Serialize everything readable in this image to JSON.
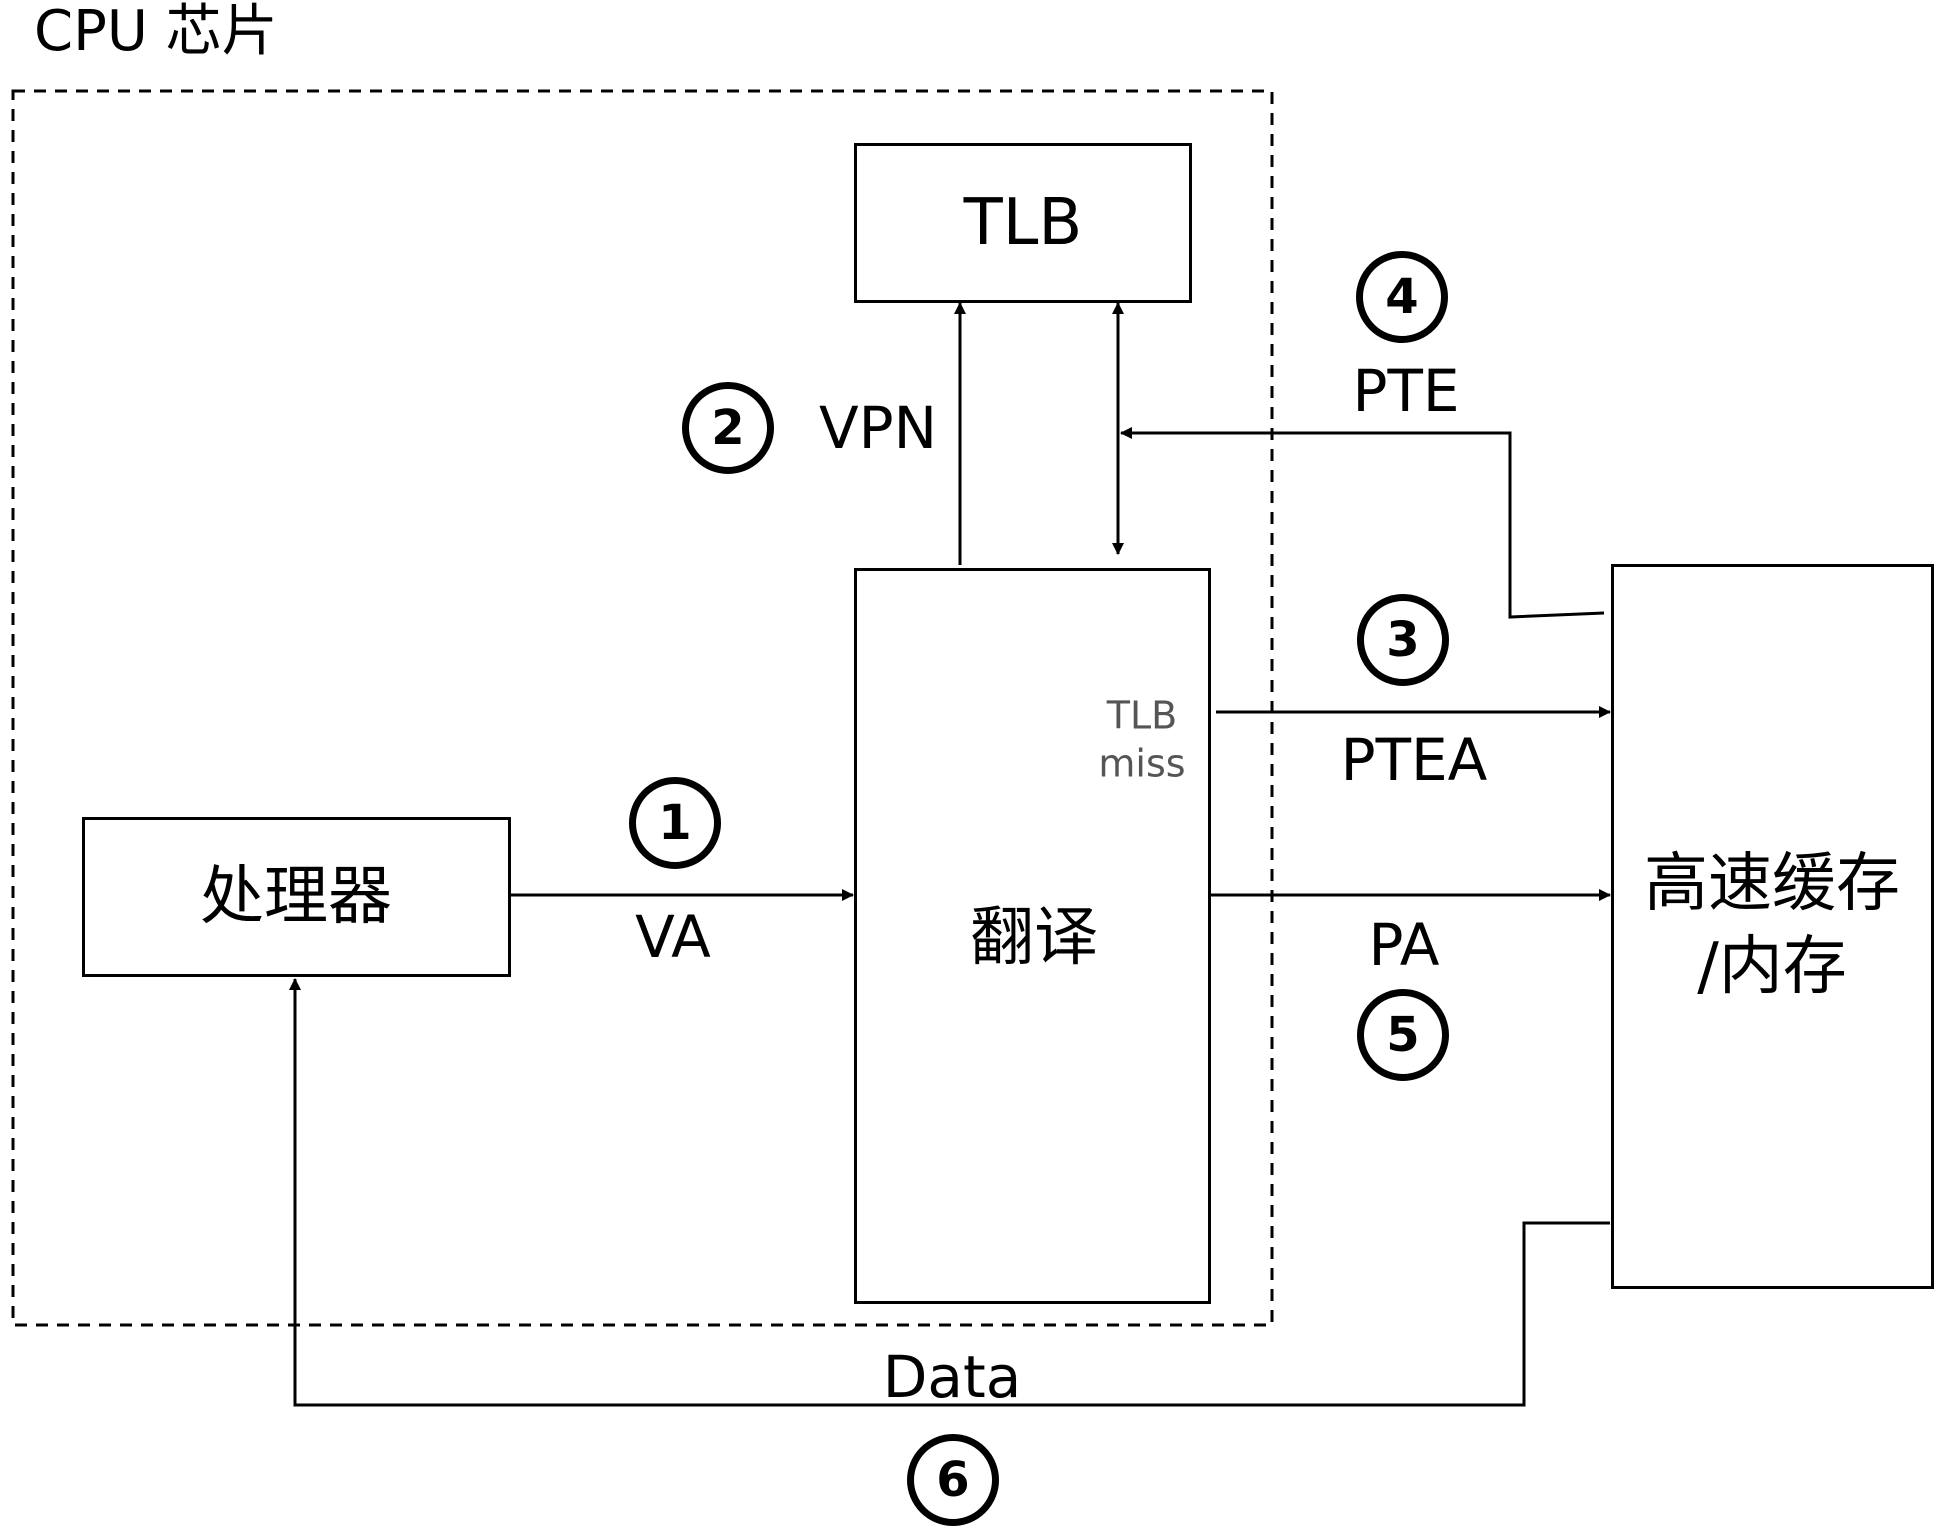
{
  "diagram": {
    "title": "CPU 芯片",
    "nodes": {
      "processor": "处理器",
      "tlb": "TLB",
      "translate": "翻译",
      "tlb_miss_line1": "TLB",
      "tlb_miss_line2": "miss",
      "cache_line1": "高速缓存",
      "cache_line2": "/内存"
    },
    "edges": {
      "va": "VA",
      "vpn": "VPN",
      "ptea": "PTEA",
      "pte": "PTE",
      "pa": "PA",
      "data": "Data"
    },
    "steps": [
      "1",
      "2",
      "3",
      "4",
      "5",
      "6"
    ]
  },
  "colors": {
    "line": "#000000",
    "note": "#555555",
    "background": "#ffffff"
  }
}
